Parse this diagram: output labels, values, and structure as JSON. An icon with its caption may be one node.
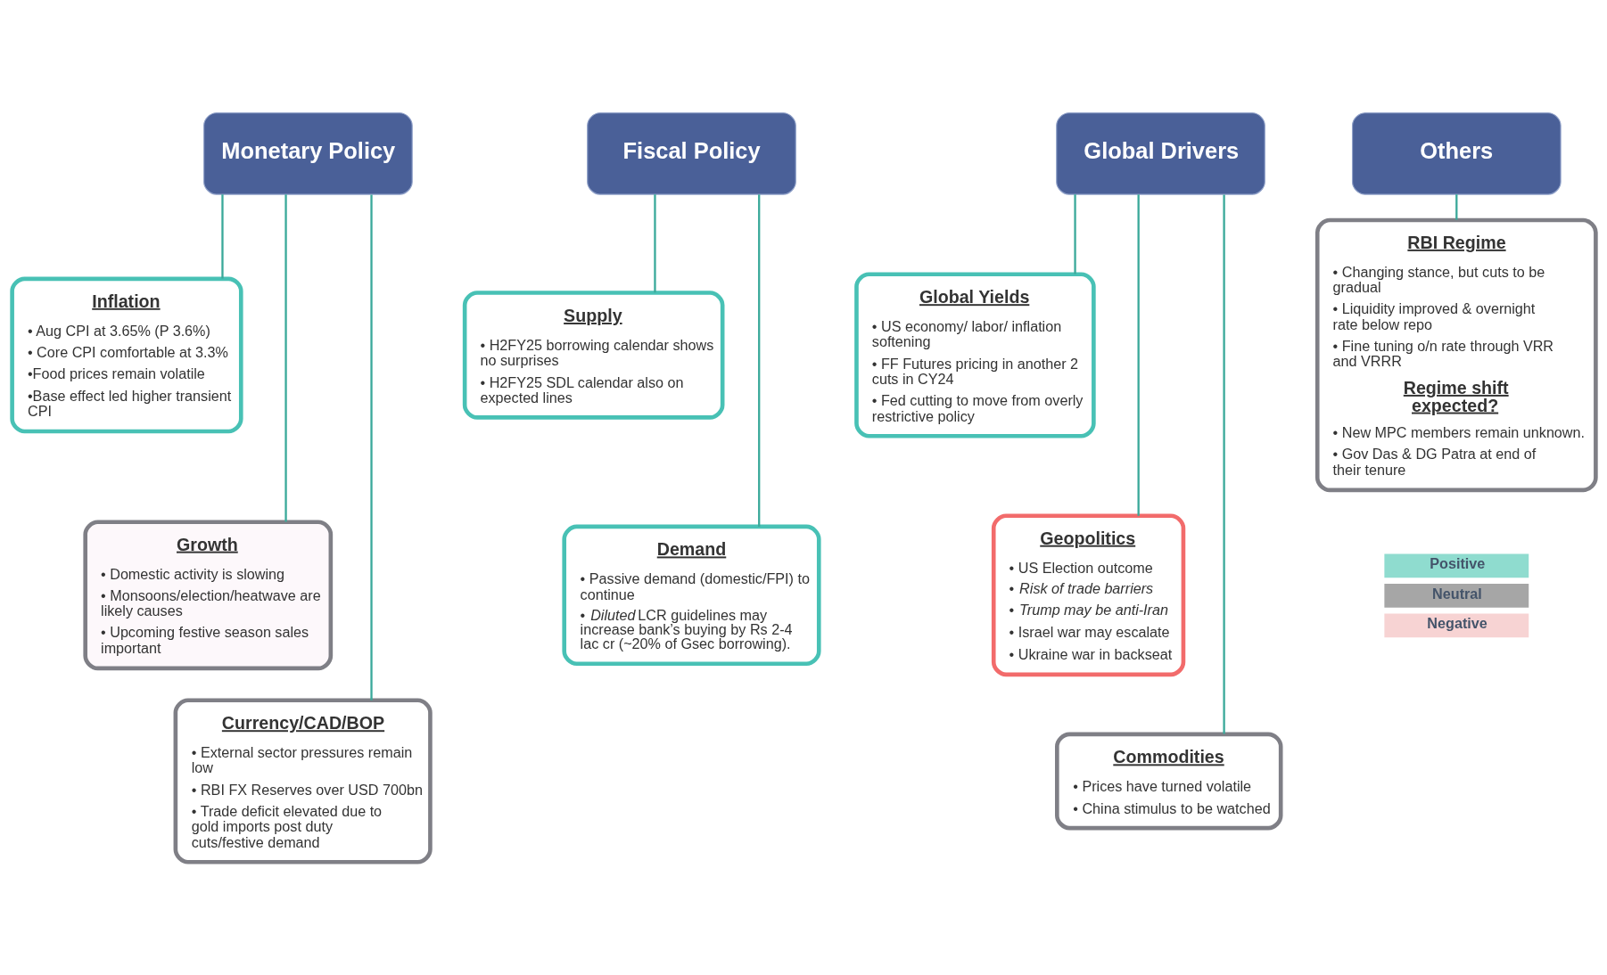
{
  "diagram": {
    "nodes": [
      {
        "text": [
          "Monetary Policy"
        ]
      },
      {
        "text": [
          "Inflation",
          "• Aug CPI at 3.65% (P 3.6%)",
          "• Core CPI comfortable at 3.3%",
          "•Food prices remain volatile",
          "•Base effect led higher transient CPI"
        ]
      },
      {
        "text": [
          "Growth",
          "• Domestic activity is slowing",
          "• Monsoons/election/heatwave are likely causes",
          "• Upcoming festive season sales important"
        ]
      },
      {
        "text": [
          "Currency/CAD/BOP",
          "• External sector pressures remain low",
          "• RBI FX Reserves over USD 700bn",
          "• Trade deficit elevated due to gold imports post duty cuts/festive demand"
        ]
      },
      {
        "text": [
          "Fiscal Policy"
        ]
      },
      {
        "text": [
          "Supply",
          "• H2FY25 borrowing calendar shows no surprises",
          "• H2FY25 SDL calendar also on expected lines"
        ]
      },
      {
        "text": [
          "Demand",
          "• Passive demand (domestic/FPI) to continue",
          "• *Diluted* LCR guidelines may increase bank’s buying by Rs 2-4 lac cr (~20% of Gsec borrowing)."
        ]
      },
      {
        "text": [
          "Global Drivers"
        ]
      },
      {
        "text": [
          "Global Yields",
          "• US economy/ labor/ inflation softening",
          "• FF Futures pricing in another 2 cuts in CY24",
          "• Fed cutting to move from overly restrictive policy"
        ]
      },
      {
        "text": [
          "Geopolitics",
          "• US Election outcome",
          "• *Risk of trade barriers*",
          "• *Trump may be anti-Iran*",
          "• Israel war may escalate",
          "• Ukraine war in backseat"
        ]
      },
      {
        "text": [
          "Commodities",
          "• Prices have turned volatile",
          "• China stimulus to be watched"
        ]
      },
      {
        "text": [
          "Others"
        ]
      },
      {
        "text": [
          "RBI Regime",
          "• Changing stance, but cuts to be gradual",
          "• Liquidity improved & overnight rate below repo",
          "• Fine tuning o/n rate through VRR and VRRR",
          "Regime shift expected?",
          "• New MPC members remain unknown.",
          "• Gov Das & DG Patra at end of their tenure"
        ]
      }
    ],
    "edges": [
      {
        "from": 0,
        "to": 1,
        "arrow": "none"
      },
      {
        "from": 0,
        "to": 2,
        "arrow": "none"
      },
      {
        "from": 0,
        "to": 3,
        "arrow": "none"
      },
      {
        "from": 4,
        "to": 5,
        "arrow": "none"
      },
      {
        "from": 4,
        "to": 6,
        "arrow": "none"
      },
      {
        "from": 7,
        "to": 8,
        "arrow": "none"
      },
      {
        "from": 7,
        "to": 9,
        "arrow": "none"
      },
      {
        "from": 7,
        "to": 10,
        "arrow": "none"
      },
      {
        "from": 11,
        "to": 12,
        "arrow": "none"
      }
    ],
    "legend": [
      {
        "text": "Positive",
        "color": "#8fdccf"
      },
      {
        "text": "Neutral",
        "color": "#a6a6a6"
      },
      {
        "text": "Negative",
        "color": "#f7d3d3"
      }
    ]
  }
}
